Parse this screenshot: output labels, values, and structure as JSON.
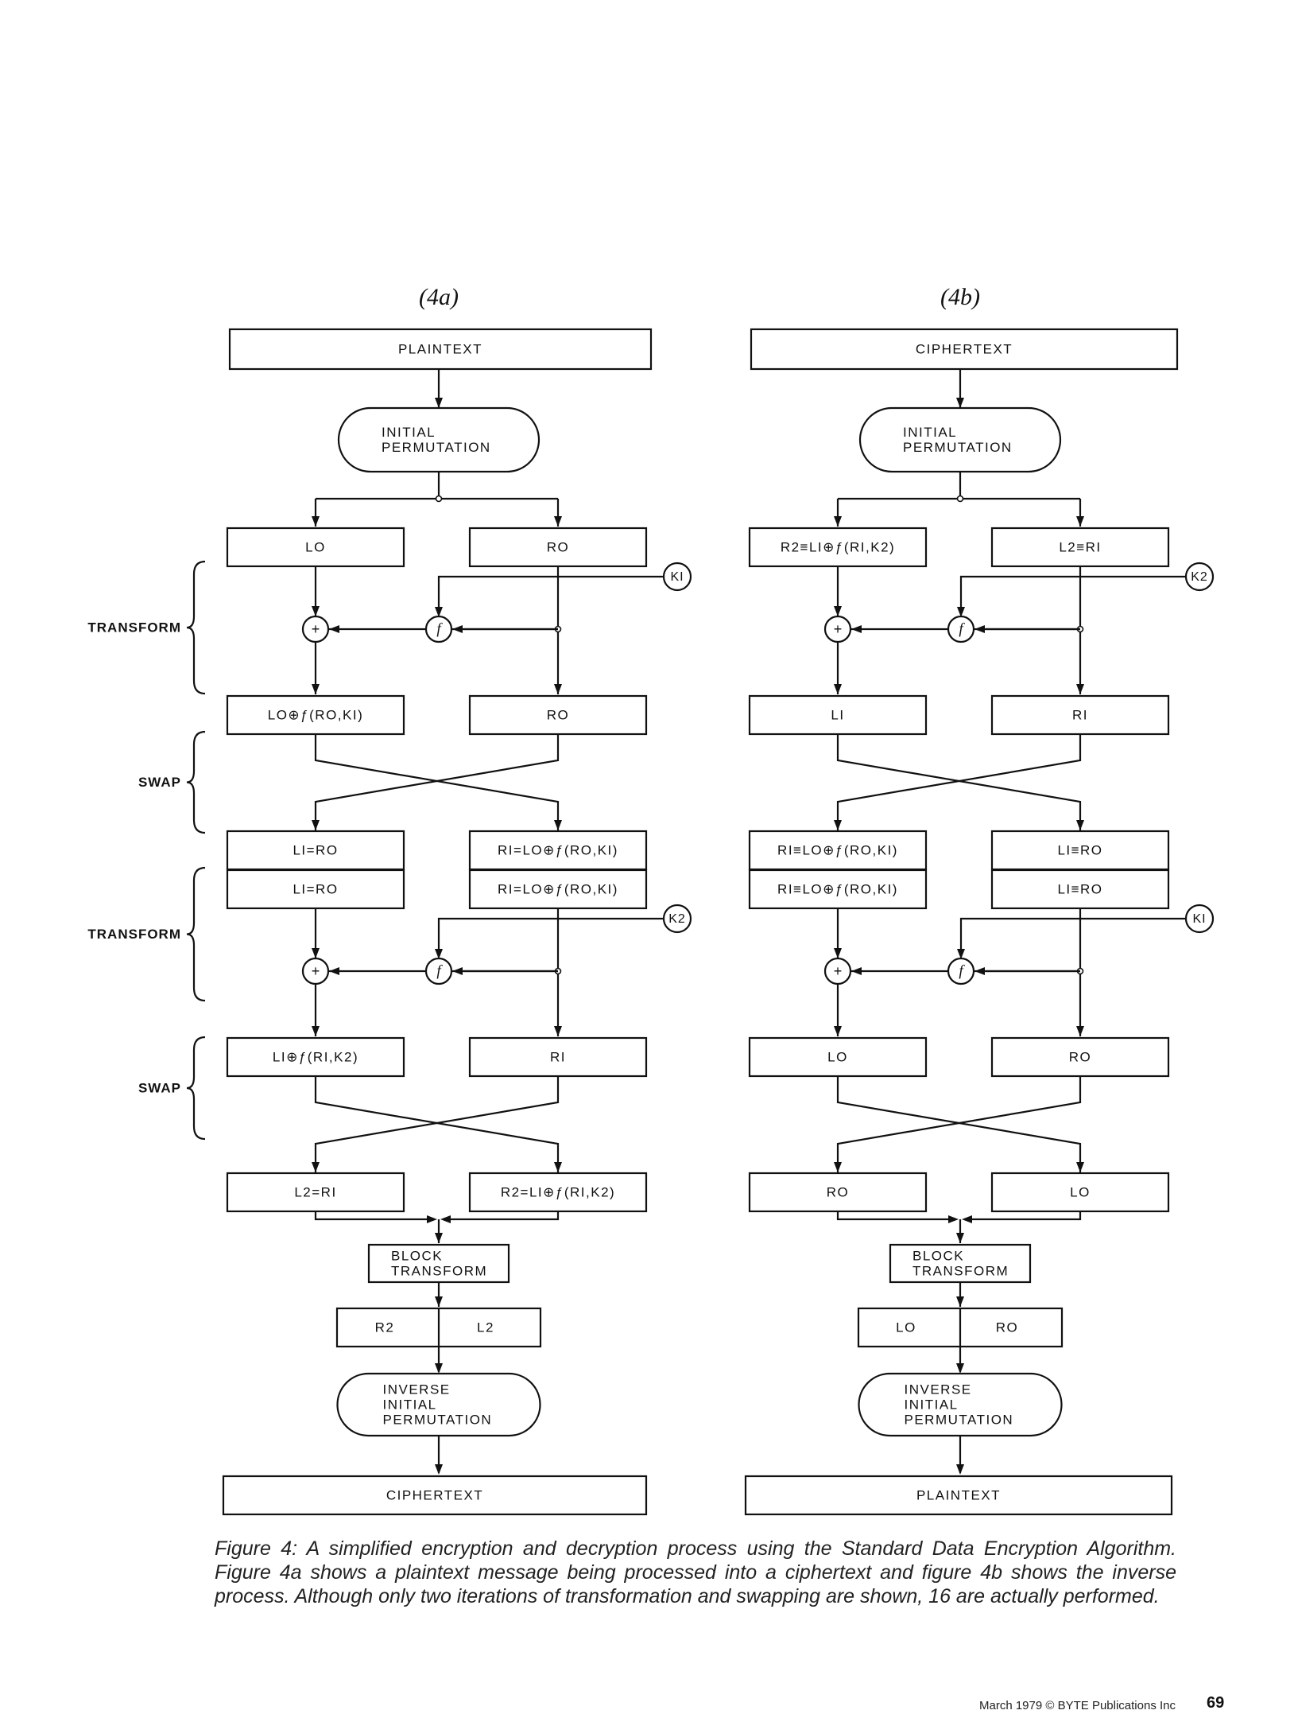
{
  "panel_a": {
    "header": "(4a)",
    "top_box": "PLAINTEXT",
    "initial_perm": [
      "INITIAL",
      "PERMUTATION"
    ],
    "split": [
      "LO",
      "RO"
    ],
    "key1": "KI",
    "function": "f",
    "xor": "+",
    "after_t1": [
      "LO⊕ƒ(RO,KI)",
      "RO"
    ],
    "after_swap1": [
      "LI=RO",
      "RI=LO⊕ƒ(RO,KI)"
    ],
    "key2": "K2",
    "after_t2": [
      "LI⊕ƒ(RI,K2)",
      "RI"
    ],
    "after_swap2": [
      "L2=RI",
      "R2=LI⊕ƒ(RI,K2)"
    ],
    "block_transform": [
      "BLOCK",
      "TRANSFORM"
    ],
    "halves": [
      "R2",
      "L2"
    ],
    "inverse_perm": [
      "INVERSE",
      "INITIAL",
      "PERMUTATION"
    ],
    "bottom_box": "CIPHERTEXT"
  },
  "panel_b": {
    "header": "(4b)",
    "top_box": "CIPHERTEXT",
    "initial_perm": [
      "INITIAL",
      "PERMUTATION"
    ],
    "split": [
      "R2≡LI⊕ƒ(RI,K2)",
      "L2≡RI"
    ],
    "key1": "K2",
    "function": "f",
    "xor": "+",
    "after_t1": [
      "LI",
      "RI"
    ],
    "after_swap1": [
      "RI≡LO⊕ƒ(RO,KI)",
      "LI≡RO"
    ],
    "key2": "KI",
    "after_t2": [
      "LO",
      "RO"
    ],
    "after_swap2": [
      "RO",
      "LO"
    ],
    "block_transform": [
      "BLOCK",
      "TRANSFORM"
    ],
    "halves": [
      "LO",
      "RO"
    ],
    "inverse_perm": [
      "INVERSE",
      "INITIAL",
      "PERMUTATION"
    ],
    "bottom_box": "PLAINTEXT"
  },
  "side_labels": [
    "TRANSFORM",
    "SWAP",
    "TRANSFORM",
    "SWAP"
  ],
  "caption": "Figure 4: A simplified encryption and decryption process using the Standard Data Encryption Algorithm. Figure 4a shows a plaintext message being processed into a ciphertext and figure 4b shows the inverse process. Although only two iterations of transformation and swapping are shown, 16 are actually performed.",
  "footer": {
    "text": "March 1979 © BYTE Publications Inc",
    "page_number": "69"
  }
}
